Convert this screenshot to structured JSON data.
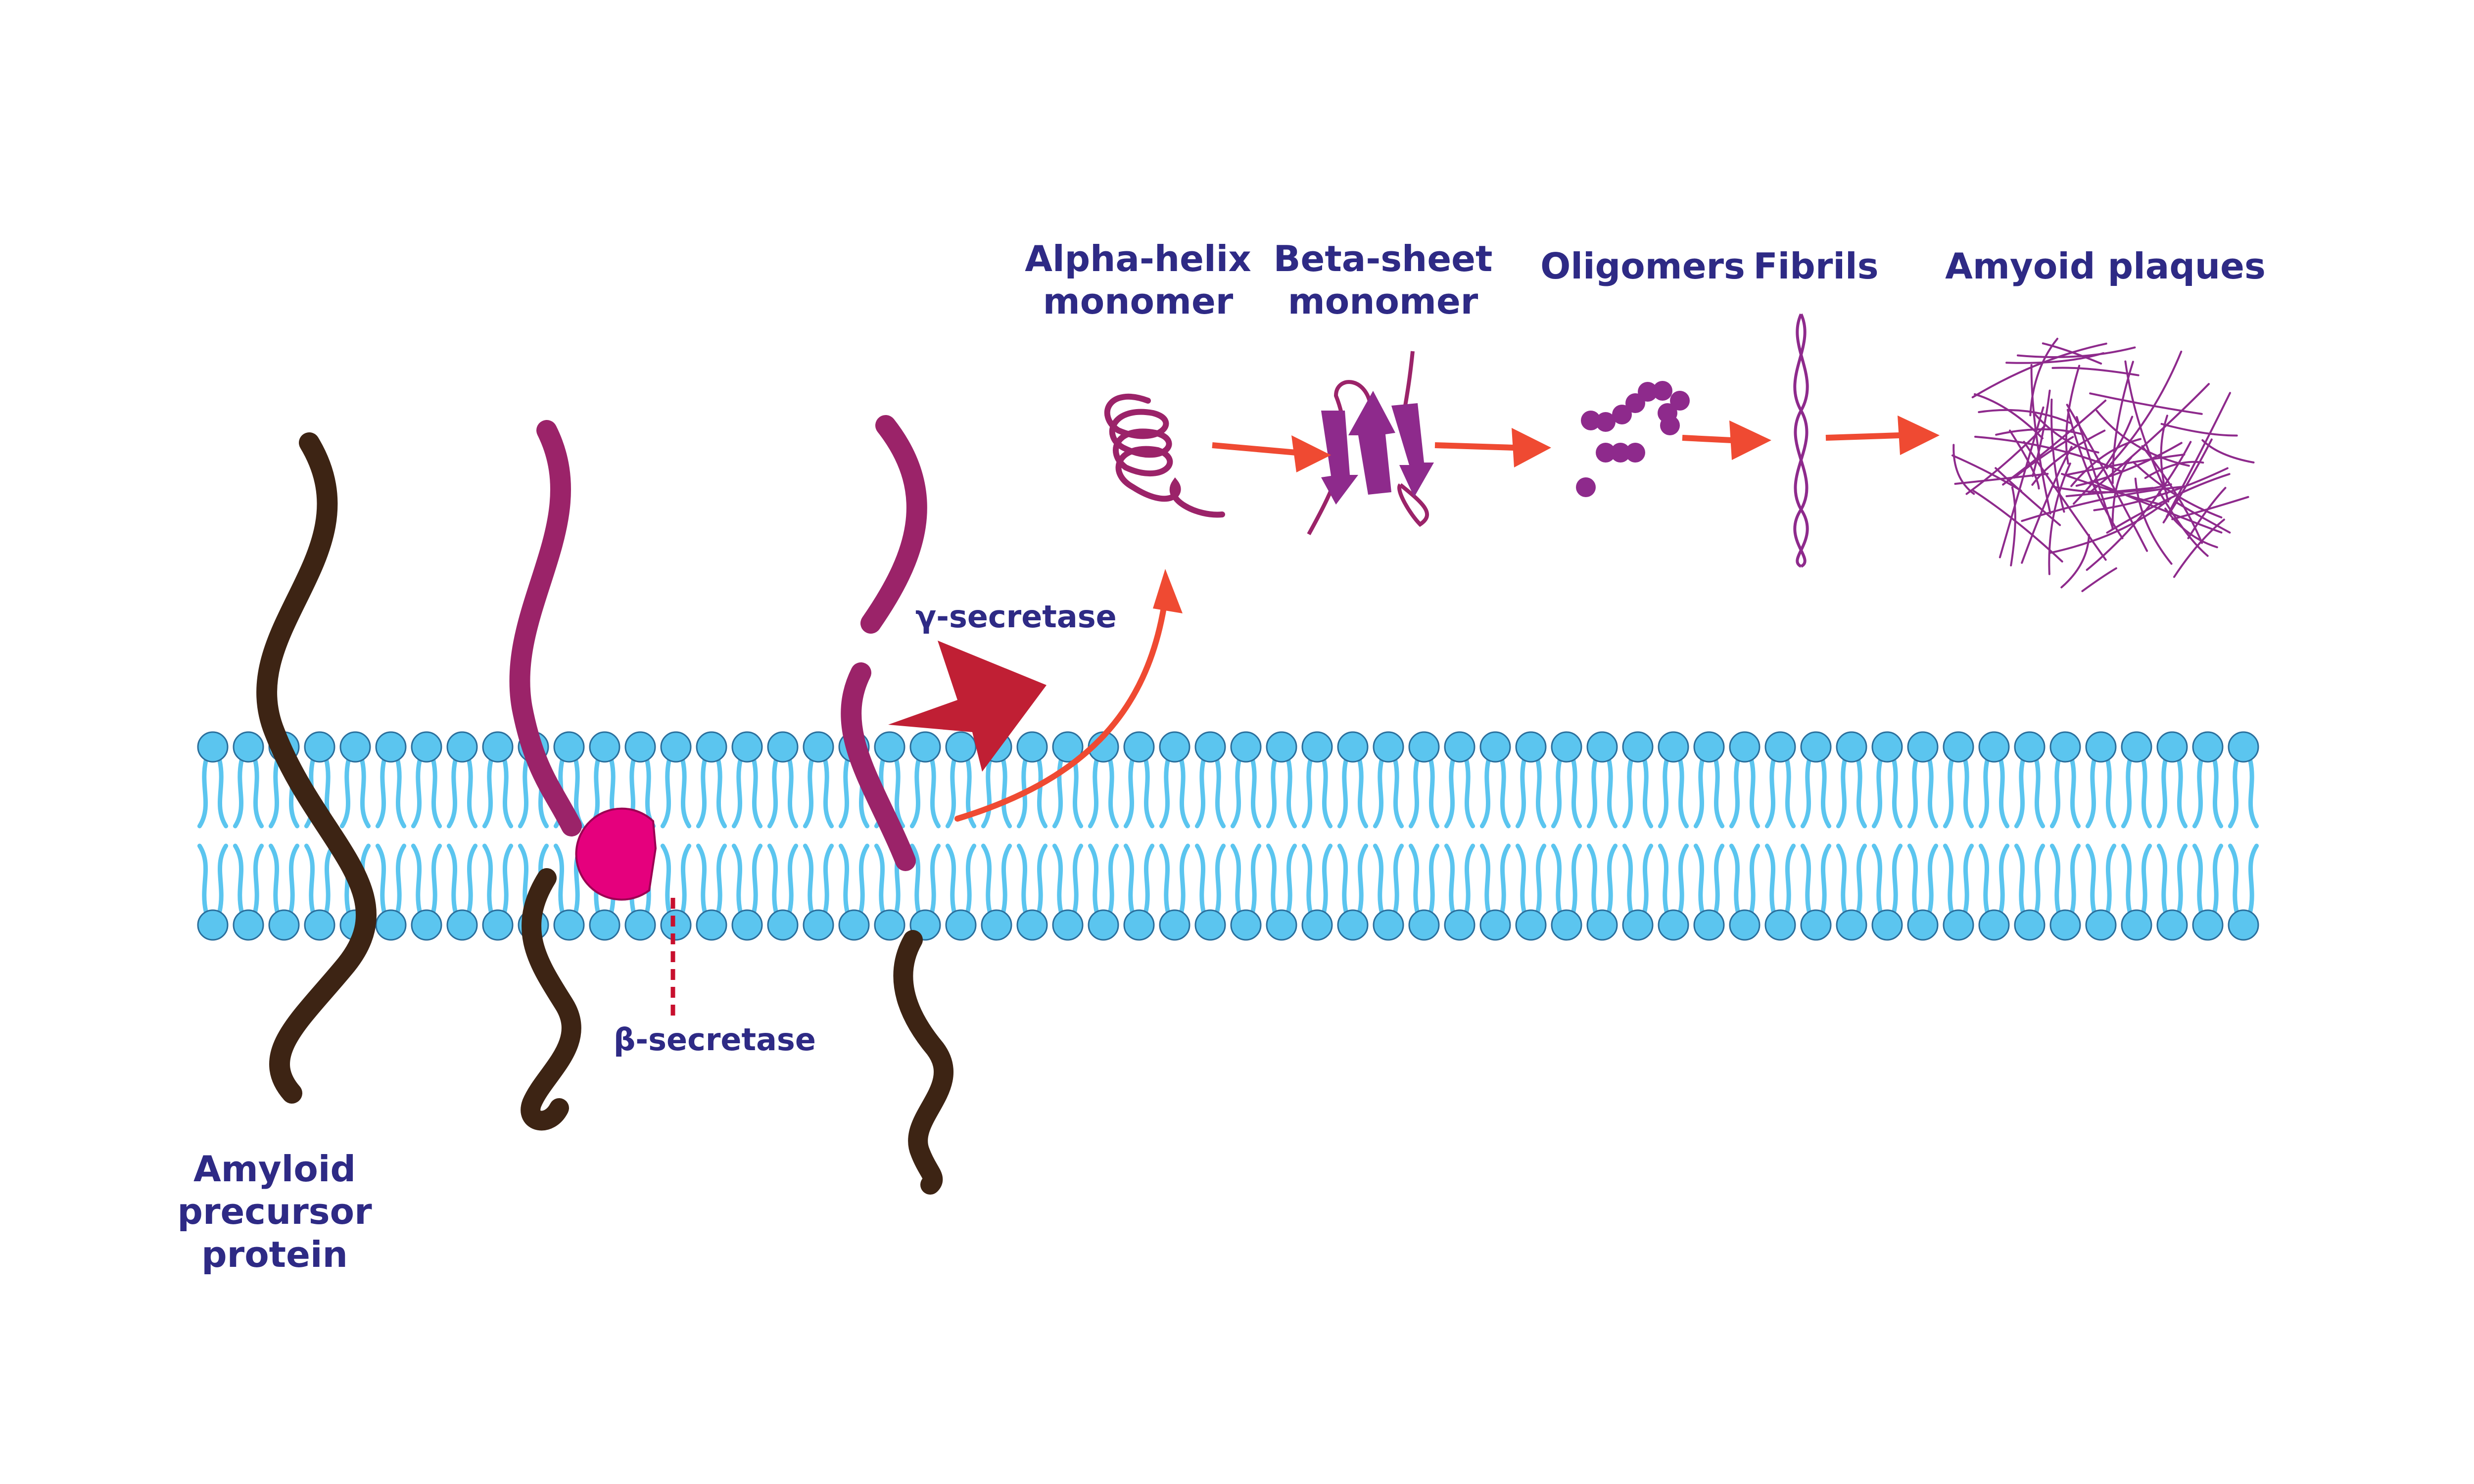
{
  "labels": {
    "app_line1": "Amyloid",
    "app_line2": "precursor",
    "app_line3": "protein",
    "beta_secretase": "β-secretase",
    "gamma_secretase": "γ-secretase"
  },
  "stages": [
    {
      "id": "alpha-helix-monomer",
      "line1": "Alpha-helix",
      "line2": "monomer"
    },
    {
      "id": "beta-sheet-monomer",
      "line1": "Beta-sheet",
      "line2": "monomer"
    },
    {
      "id": "oligomers",
      "line1": "Oligomers",
      "line2": ""
    },
    {
      "id": "fibrils",
      "line1": "Fibrils",
      "line2": ""
    },
    {
      "id": "amyloid-plaques",
      "line1": "Amyoid plaques",
      "line2": ""
    }
  ],
  "colors": {
    "label_text": "#2e2a85",
    "membrane_head": "#5bc5ef",
    "membrane_head_outline": "#2b6f9c",
    "membrane_tail": "#5bc5ef",
    "protein_dark": "#3d2414",
    "protein_cleaved": "#9b2369",
    "beta_secretase_enzyme": "#e5007d",
    "gamma_secretase_enzyme": "#c01f34",
    "pathway_arrow": "#ef4a32",
    "aggregate": "#8e2a8c",
    "cleavage_marker": "#c8102e"
  }
}
